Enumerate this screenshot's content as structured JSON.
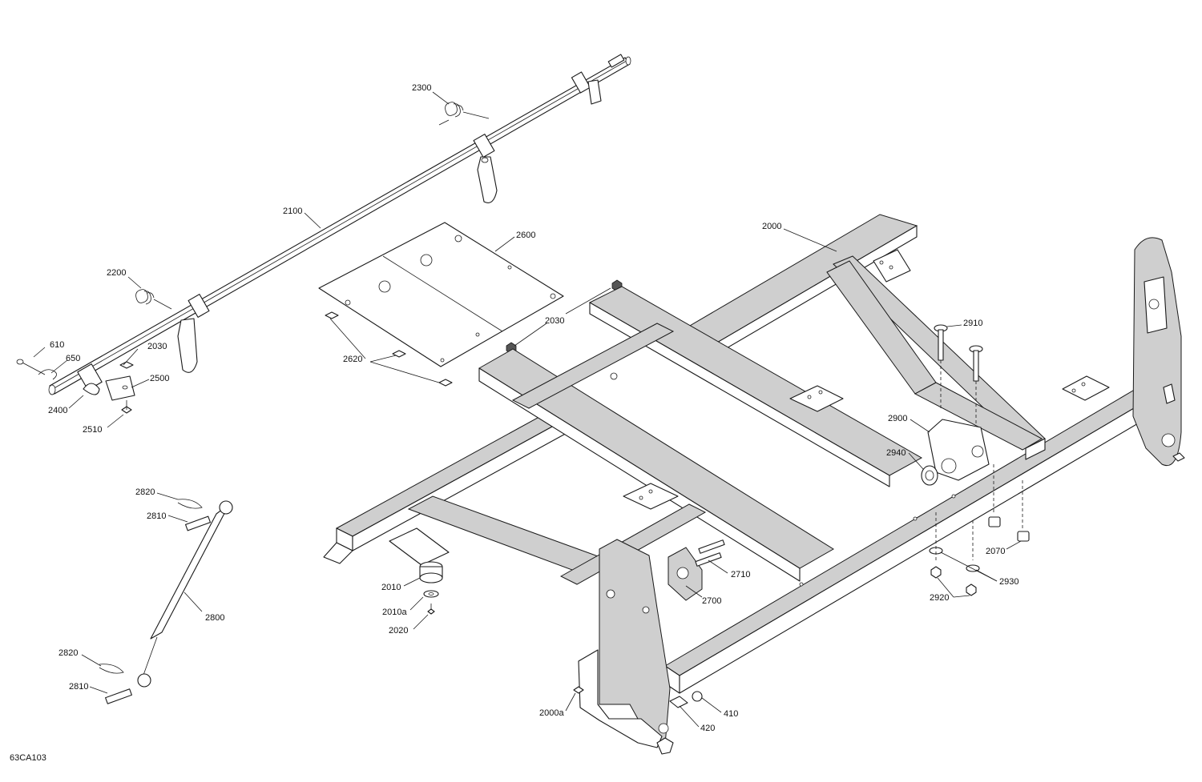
{
  "figure_id": "63CA103",
  "labels": {
    "l2300": "2300",
    "l2100": "2100",
    "l2200": "2200",
    "l2600": "2600",
    "l2000": "2000",
    "l2030a": "2030",
    "l2030b": "2030",
    "l610": "610",
    "l650": "650",
    "l2500": "2500",
    "l2400": "2400",
    "l2510": "2510",
    "l2620": "2620",
    "l2910": "2910",
    "l2900": "2900",
    "l2940": "2940",
    "l2820a": "2820",
    "l2810a": "2810",
    "l2800": "2800",
    "l2820b": "2820",
    "l2810b": "2810",
    "l2010": "2010",
    "l2010a": "2010a",
    "l2020": "2020",
    "l2710": "2710",
    "l2700": "2700",
    "l2070": "2070",
    "l2930": "2930",
    "l2920": "2920",
    "l2000a": "2000a",
    "l410": "410",
    "l420": "420"
  }
}
